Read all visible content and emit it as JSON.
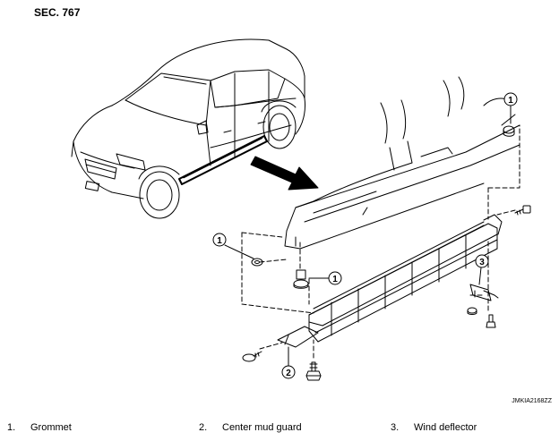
{
  "section_label": "SEC. 767",
  "drawing_code": "JMKIA2168ZZ",
  "callout_numbers": [
    "1",
    "2",
    "3"
  ],
  "legend": [
    {
      "number": "1.",
      "name": "Grommet"
    },
    {
      "number": "2.",
      "name": "Center mud guard"
    },
    {
      "number": "3.",
      "name": "Wind deflector"
    }
  ]
}
